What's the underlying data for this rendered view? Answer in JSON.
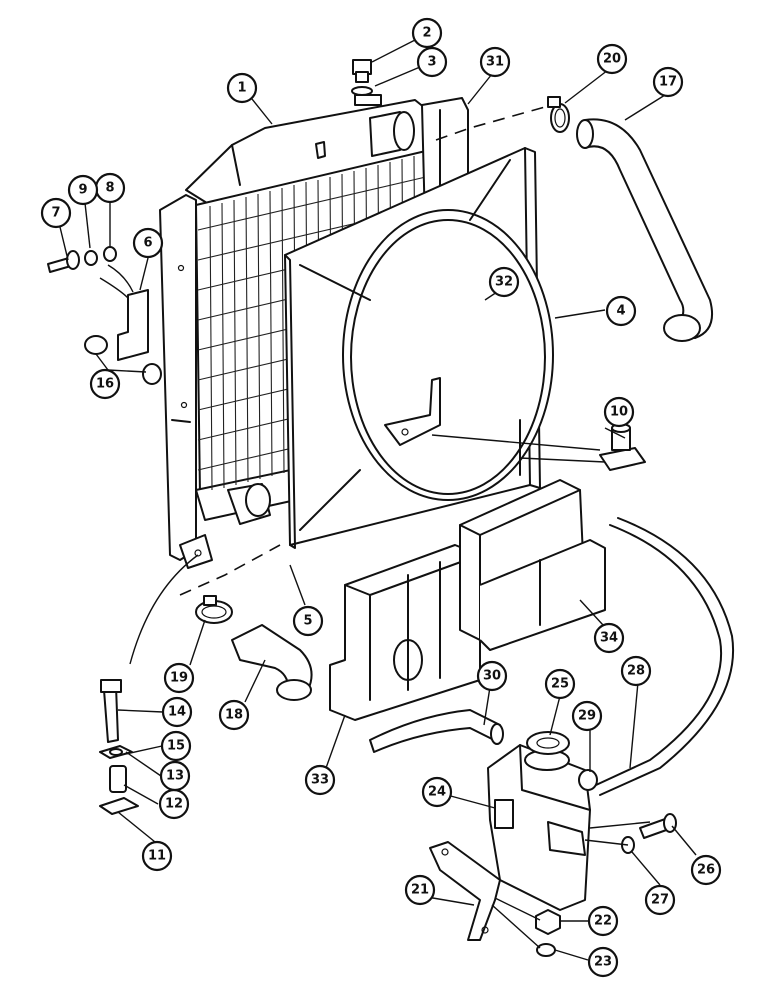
{
  "callouts": [
    {
      "num": "1"
    },
    {
      "num": "2"
    },
    {
      "num": "3"
    },
    {
      "num": "4"
    },
    {
      "num": "5"
    },
    {
      "num": "6"
    },
    {
      "num": "7"
    },
    {
      "num": "8"
    },
    {
      "num": "9"
    },
    {
      "num": "10"
    },
    {
      "num": "11"
    },
    {
      "num": "12"
    },
    {
      "num": "13"
    },
    {
      "num": "14"
    },
    {
      "num": "15"
    },
    {
      "num": "16"
    },
    {
      "num": "17"
    },
    {
      "num": "18"
    },
    {
      "num": "19"
    },
    {
      "num": "20"
    },
    {
      "num": "21"
    },
    {
      "num": "22"
    },
    {
      "num": "23"
    },
    {
      "num": "24"
    },
    {
      "num": "25"
    },
    {
      "num": "26"
    },
    {
      "num": "27"
    },
    {
      "num": "28"
    },
    {
      "num": "29"
    },
    {
      "num": "30"
    },
    {
      "num": "31"
    },
    {
      "num": "32"
    },
    {
      "num": "33"
    },
    {
      "num": "34"
    }
  ]
}
